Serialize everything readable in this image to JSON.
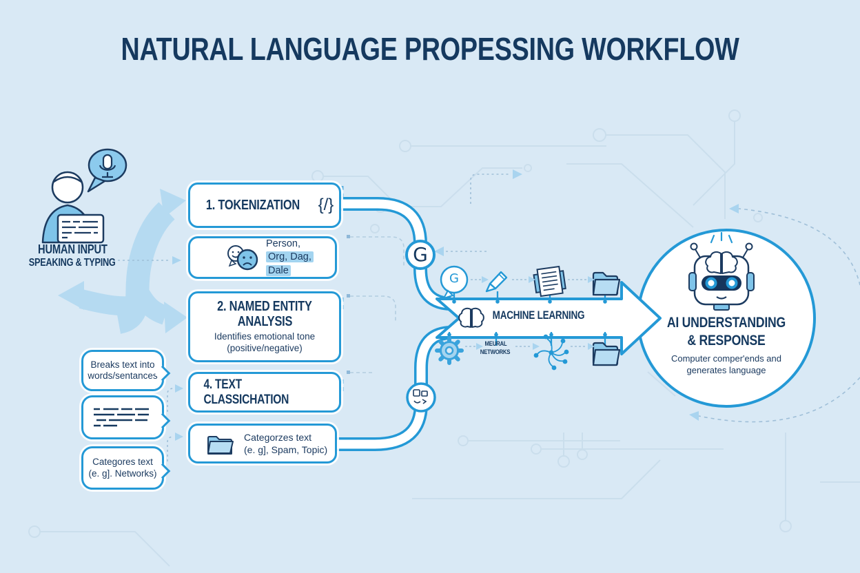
{
  "title": "NATURAL LANGUAGE PROPESSING WORKFLOW",
  "human_input": {
    "line1": "HUMAN INPUT",
    "line2": "SPEAKING & TYPING"
  },
  "boxes": {
    "tokenization": {
      "title": "1. TOKENIZATION",
      "symbol": "{/}"
    },
    "entities": {
      "line1": "Person,",
      "line2": "Org, Dag,",
      "line3": "Dale"
    },
    "named_entity": {
      "title_line1": "2. NAMED ENTITY",
      "title_line2": "ANALYSIS",
      "subtitle_line1": "Identifies emotional tone",
      "subtitle_line2": "(positive/negative)"
    },
    "classification": {
      "title": "4. TEXT CLASSICHATION"
    },
    "categorize": {
      "line1": "Categorzes text",
      "line2": "(e. g], Spam, Topic)"
    }
  },
  "callouts": {
    "breaks": {
      "line1": "Breaks text into",
      "line2": "words/sentances"
    },
    "networks": {
      "line1": "Categores text",
      "line2": "(e. g]. Networks)"
    }
  },
  "pipeline": {
    "g_badge": "G",
    "g_bubble": "G",
    "machine_learning": "MACHINE LEARNING",
    "neural_line1": "MEURAL",
    "neural_line2": "NETWORKS"
  },
  "ai_output": {
    "title_line1": "AI UNDERSTANDING",
    "title_line2": "& RESPONSE",
    "subtitle_line1": "Computer comper'ends and",
    "subtitle_line2": "generates language"
  },
  "colors": {
    "background": "#d9e9f5",
    "accent_blue": "#2499d6",
    "navy": "#1c3b60",
    "light_blue": "#b5daf1",
    "highlight": "#a3d4f0"
  }
}
